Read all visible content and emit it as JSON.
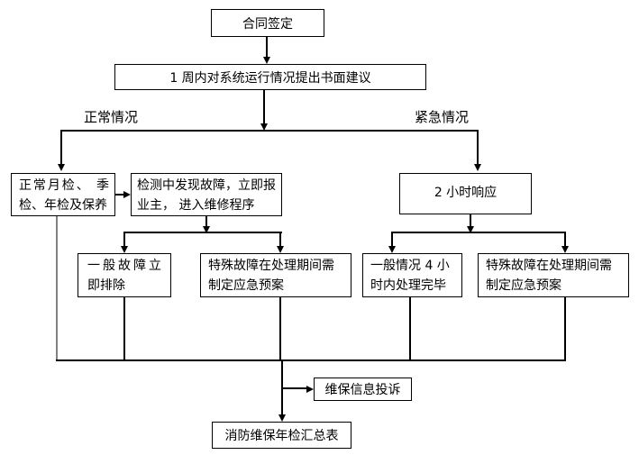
{
  "diagram": {
    "title": "fire-maintenance-workflow-flowchart",
    "colors": {
      "background": "#ffffff",
      "line": "#000000",
      "gray_line": "#808080",
      "box_border": "#000000",
      "box_fill": "#ffffff",
      "text": "#000000"
    },
    "labels": {
      "normal_branch": "正常情况",
      "urgent_branch": "紧急情况"
    },
    "nodes": {
      "contract": {
        "text": "合同签定"
      },
      "week_advice": {
        "text": "1 周内对系统运行情况提出书面建议"
      },
      "normal_inspection": {
        "line1": "正常月检、 季",
        "line2": "检、年检及保养"
      },
      "fault_found": {
        "line1": "检测中发现故障，立即报",
        "line2": "业主， 进入维修程序"
      },
      "response_2h": {
        "text": "2 小时响应"
      },
      "general_fault": {
        "line1": "一般故障立",
        "line2": "即排除"
      },
      "special_fault_normal": {
        "line1": "特殊故障在处理期间需",
        "line2": "制定应急预案"
      },
      "general_4h": {
        "line1": "一般情况 4 小",
        "line2": "时内处理完毕"
      },
      "special_fault_urgent": {
        "line1": "特殊故障在处理期间需",
        "line2": "制定应急预案"
      },
      "complaint": {
        "text": "维保信息投诉"
      },
      "summary": {
        "text": "消防维保年检汇总表"
      }
    },
    "edges": [
      "contract -> week_advice",
      "week_advice -> normal_inspection (正常情况)",
      "week_advice -> response_2h (紧急情况)",
      "normal_inspection -> fault_found",
      "fault_found -> general_fault",
      "fault_found -> special_fault_normal",
      "response_2h -> general_4h",
      "response_2h -> special_fault_urgent",
      "all -> complaint",
      "all -> summary"
    ]
  }
}
